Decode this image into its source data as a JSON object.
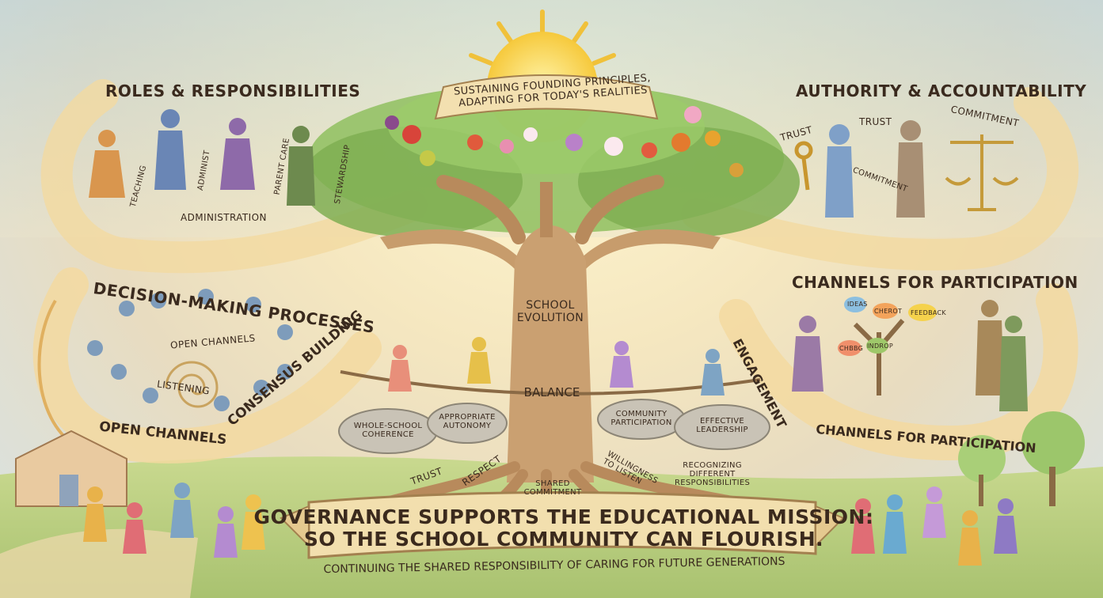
{
  "top_banner": {
    "line1": "SUSTAINING FOUNDING PRINCIPLES,",
    "line2": "ADAPTING FOR TODAY'S REALITIES"
  },
  "roles": {
    "title": "ROLES & RESPONSIBILITIES",
    "labels": {
      "teaching": "TEACHING",
      "administ": "ADMINIST",
      "parent_care": "PARENT CARE",
      "stewardship": "STEWARDSHIP",
      "administration": "ADMINISTRATION"
    }
  },
  "authority": {
    "title": "AUTHORITY & ACCOUNTABILITY",
    "labels": {
      "trust_left": "TRUST",
      "trust_right": "TRUST",
      "commitment_top": "COMMITMENT",
      "commitment_mid": "COMMITMENT"
    }
  },
  "decision": {
    "title": "DECISION-MAKING PROCESSES",
    "labels": {
      "open_channels_inner": "OPEN CHANNELS",
      "listening": "LISTENING",
      "open_channels_path": "OPEN CHANNELS",
      "consensus_building": "CONSENSUS BUILDING"
    }
  },
  "channels": {
    "title": "CHANNELS FOR PARTICIPATION",
    "labels": {
      "engagement": "ENGAGEMENT",
      "bottom": "CHANNELS FOR PARTICIPATION",
      "balloons": [
        "IDEAS",
        "CHEROT",
        "FEEDBACK",
        "CHBBG",
        "INDROP"
      ]
    }
  },
  "tree": {
    "trunk_line1": "SCHOOL",
    "trunk_line2": "EVOLUTION",
    "balance": "BALANCE",
    "stones": [
      "WHOLE-SCHOOL\nCOHERENCE",
      "APPROPRIATE\nAUTONOMY",
      "COMMUNITY\nPARTICIPATION",
      "EFFECTIVE\nLEADERSHIP"
    ],
    "roots": {
      "trust": "TRUST",
      "respect": "RESPECT",
      "shared": "SHARED\nCOMMITMENT",
      "willingness": "WILLINGNESS\nTO LISTEN",
      "recognizing": "RECOGNIZING\nDIFFERENT\nRESPONSIBILITIES"
    }
  },
  "bottom_banner": {
    "line1": "GOVERNANCE SUPPORTS THE EDUCATIONAL MISSION:",
    "line2": "SO THE SCHOOL COMMUNITY CAN FLOURISH.",
    "subtitle": "CONTINUING THE SHARED RESPONSIBILITY OF CARING FOR FUTURE GENERATIONS"
  },
  "colors": {
    "trunk": "#b88a5c",
    "path": "#f3d9a0",
    "sun": "#f7d24a",
    "leaf": "#6d9e4a",
    "sky": "#bcd8e6",
    "ink": "#3a2a1e"
  }
}
